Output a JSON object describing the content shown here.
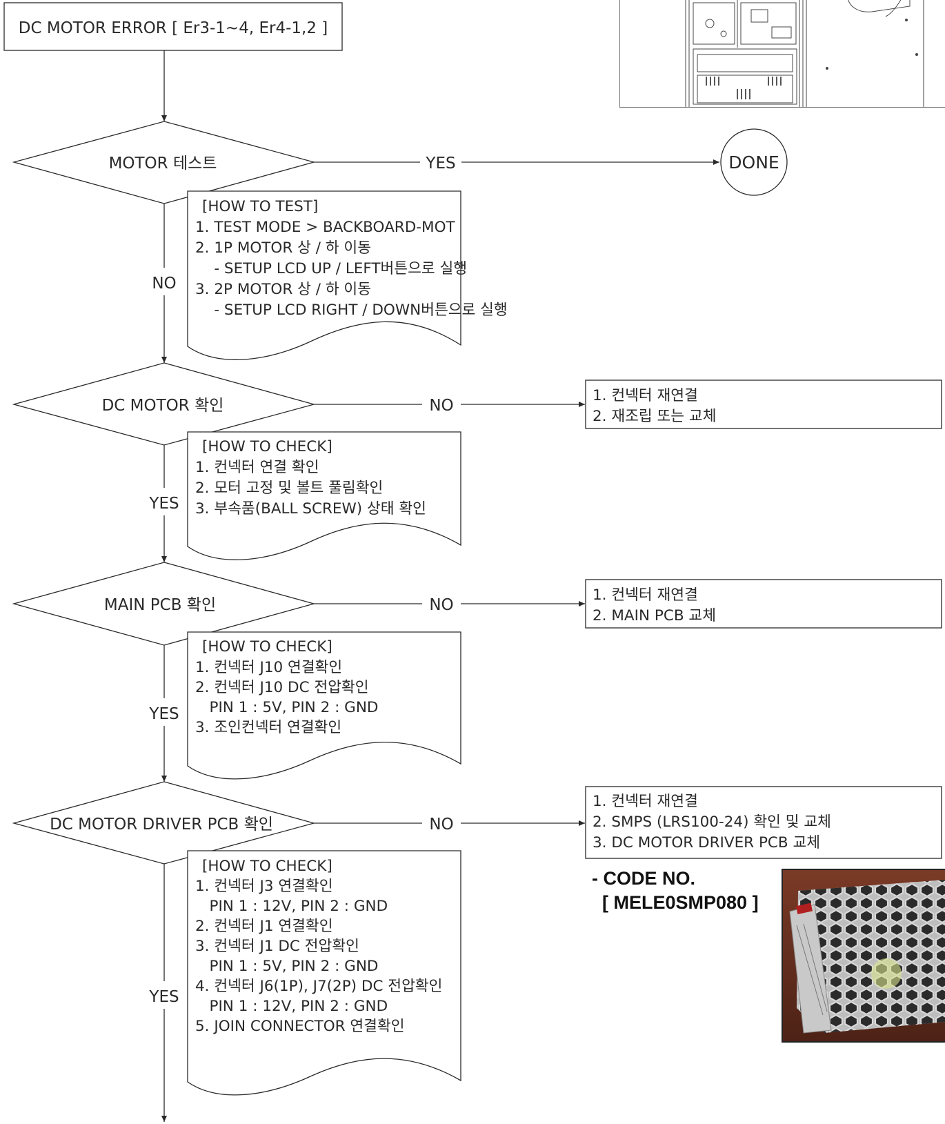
{
  "start": {
    "label": "DC MOTOR ERROR [ Er3-1~4, Er4-1,2 ]"
  },
  "end_label": "DONE",
  "decisions": [
    {
      "label": "MOTOR 테스트",
      "branch_right": "YES",
      "branch_down": "NO",
      "note": [
        "[HOW TO TEST]",
        "1. TEST MODE > BACKBOARD-MOT",
        "2. 1P MOTOR 상 / 하 이동",
        "    - SETUP LCD UP / LEFT버튼으로 실행",
        "3. 2P MOTOR 상 / 하 이동",
        "    - SETUP LCD RIGHT / DOWN버튼으로 실행"
      ]
    },
    {
      "label": "DC MOTOR 확인",
      "branch_right": "NO",
      "branch_down": "YES",
      "note": [
        "[HOW TO CHECK]",
        "1. 컨넥터 연결 확인",
        "2. 모터 고정 및 볼트 풀림확인",
        "3. 부속품(BALL SCREW) 상태 확인"
      ],
      "action": [
        "1. 컨넥터 재연결",
        "2. 재조립 또는 교체"
      ]
    },
    {
      "label": "MAIN PCB 확인",
      "branch_right": "NO",
      "branch_down": "YES",
      "note": [
        "[HOW TO CHECK]",
        "1. 컨넥터 J10 연결확인",
        "2. 컨넥터 J10 DC 전압확인",
        "   PIN 1 : 5V, PIN 2 : GND",
        "3. 조인컨넥터 연결확인"
      ],
      "action": [
        "1. 컨넥터 재연결",
        "2. MAIN PCB 교체"
      ]
    },
    {
      "label": "DC MOTOR DRIVER PCB 확인",
      "branch_right": "NO",
      "branch_down": "YES",
      "note": [
        "[HOW TO CHECK]",
        "1. 컨넥터 J3 연결확인",
        "   PIN 1 : 12V, PIN 2 : GND",
        "2. 컨넥터 J1 연결확인",
        "3. 컨넥터 J1 DC 전압확인",
        "   PIN 1 : 5V, PIN 2 : GND",
        "4. 컨넥터 J6(1P), J7(2P) DC 전압확인",
        "   PIN 1 : 12V, PIN 2 : GND",
        "5. JOIN CONNECTOR 연결확인"
      ],
      "action": [
        "1. 컨넥터 재연결",
        "2. SMPS (LRS100-24) 확인 및 교체",
        "3. DC MOTOR DRIVER PCB 교체"
      ]
    }
  ],
  "code_note": "- CODE NO.\n  [ MELE0SMP080 ]"
}
